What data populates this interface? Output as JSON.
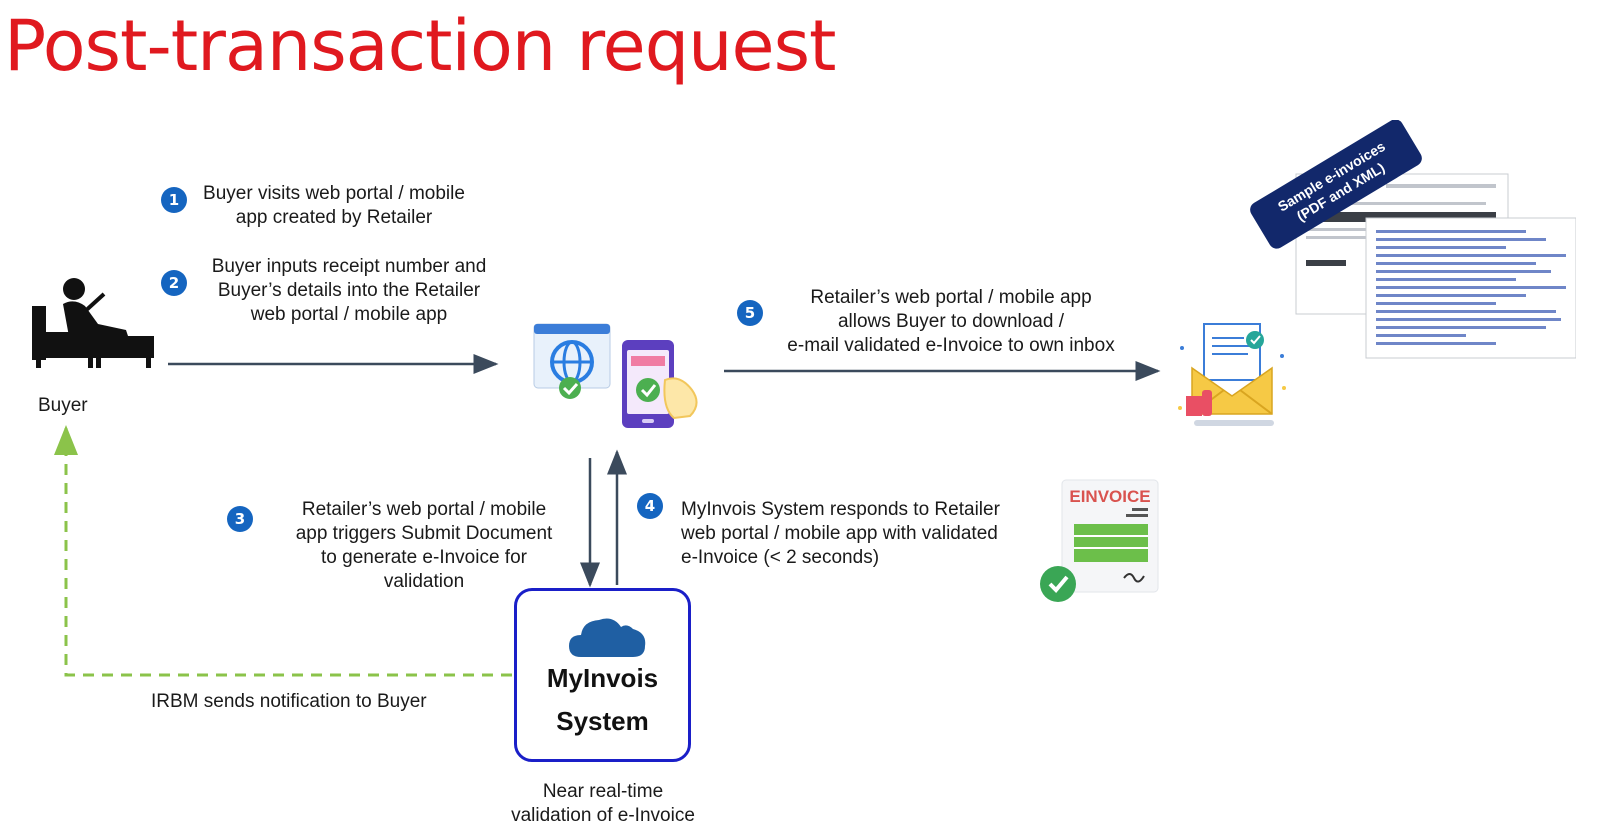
{
  "title": "Post-transaction request",
  "steps": [
    {
      "num": "1",
      "text_lines": [
        "Buyer visits web portal / mobile",
        "app created by Retailer"
      ]
    },
    {
      "num": "2",
      "text_lines": [
        "Buyer inputs receipt number and",
        "Buyer’s details into the Retailer",
        "web portal / mobile app"
      ]
    },
    {
      "num": "3",
      "text_lines": [
        "Retailer’s web portal / mobile",
        "app triggers Submit Document",
        "to generate e-Invoice for",
        "validation"
      ]
    },
    {
      "num": "4",
      "text_lines": [
        "MyInvois System responds to Retailer",
        "web portal / mobile app with validated",
        "e-Invoice (< 2 seconds)"
      ]
    },
    {
      "num": "5",
      "text_lines": [
        "Retailer’s web portal / mobile app",
        "allows Buyer to download /",
        "e-mail validated e-Invoice to own inbox"
      ]
    }
  ],
  "buyer_label": "Buyer",
  "notification_label": "IRBM sends notification to Buyer",
  "system": {
    "name_line1": "MyInvois",
    "name_line2": "System",
    "caption_line1": "Near real-time",
    "caption_line2": "validation of e-Invoice"
  },
  "einvoice_icon_text": "EINVOICE",
  "sample_banner": {
    "line1": "Sample e-invoices",
    "line2": "(PDF and XML)"
  },
  "colors": {
    "title": "#e0191f",
    "badge": "#1565c0",
    "system_border": "#1a1fc8",
    "notification_dash": "#8bc34a",
    "banner": "#12286b"
  }
}
